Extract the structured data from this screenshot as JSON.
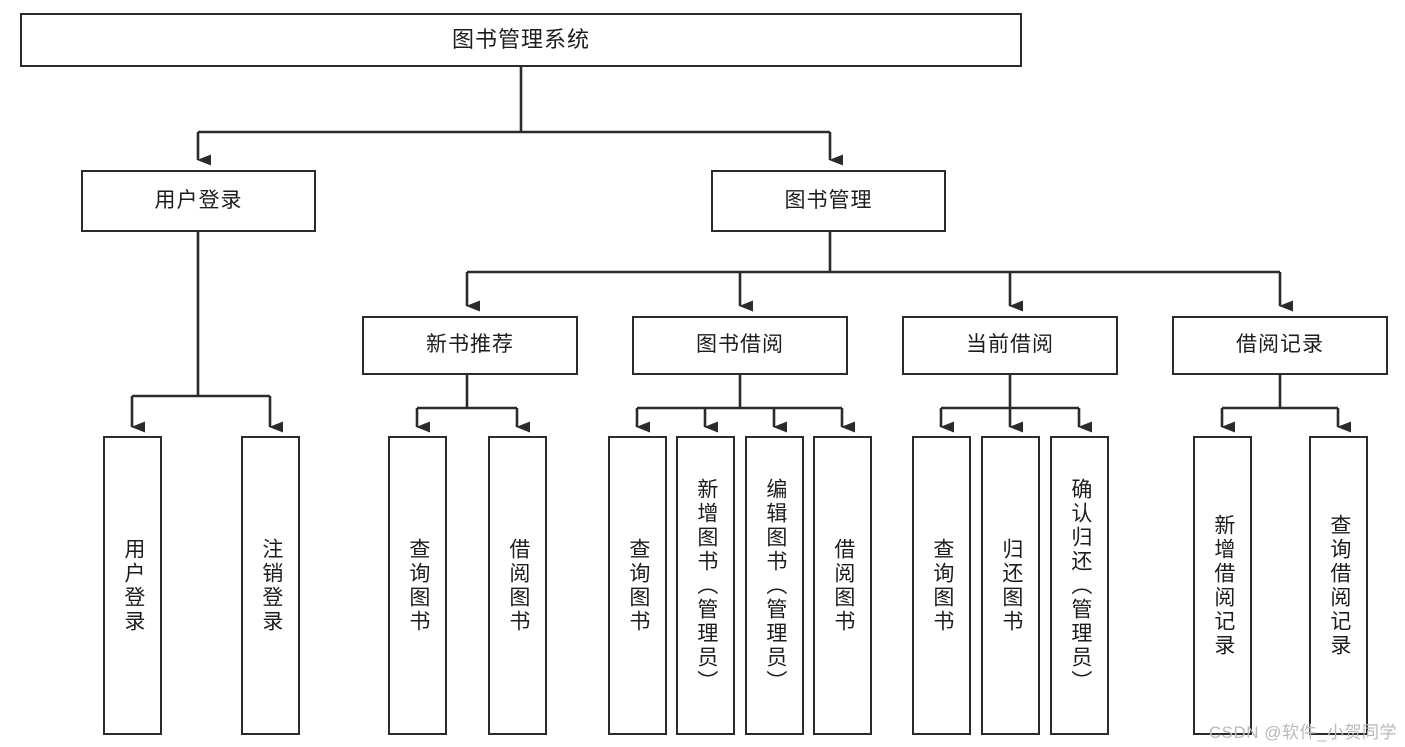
{
  "diagram": {
    "title": "图书管理系统",
    "type": "tree-hierarchy-chart",
    "orientation": "top-down",
    "colors": {
      "box_border": "#2b2b2b",
      "box_fill": "#ffffff",
      "connector": "#2b2b2b",
      "text": "#1d1d1d",
      "watermark": "#b9b9b9",
      "background": "#ffffff"
    },
    "levels": {
      "root": [
        "图书管理系统"
      ],
      "level2": [
        "用户登录",
        "图书管理"
      ],
      "level3": [
        "新书推荐",
        "图书借阅",
        "当前借阅",
        "借阅记录"
      ],
      "leaves": [
        "用户登录",
        "注销登录",
        "查询图书",
        "借阅图书",
        "查询图书",
        "新增图书（管理员）",
        "编辑图书（管理员）",
        "借阅图书",
        "查询图书",
        "归还图书",
        "确认归还（管理员）",
        "新增借阅记录",
        "查询借阅记录"
      ]
    },
    "nodes": {
      "root": {
        "label": "图书管理系统"
      },
      "user_login": {
        "label": "用户登录"
      },
      "book_mgmt": {
        "label": "图书管理"
      },
      "new_book_rec": {
        "label": "新书推荐"
      },
      "book_borrow": {
        "label": "图书借阅"
      },
      "current_borrow": {
        "label": "当前借阅"
      },
      "borrow_record": {
        "label": "借阅记录"
      },
      "leaf_user_login": {
        "label": "用户登录"
      },
      "leaf_logout_login": {
        "label": "注销登录"
      },
      "leaf_query_book_a": {
        "label": "查询图书"
      },
      "leaf_borrow_book_a": {
        "label": "借阅图书"
      },
      "leaf_query_book_b": {
        "label": "查询图书"
      },
      "leaf_add_book_admin": {
        "label": "新增图书（管理员）"
      },
      "leaf_edit_book_admin": {
        "label": "编辑图书（管理员）"
      },
      "leaf_borrow_book_b": {
        "label": "借阅图书"
      },
      "leaf_query_book_c": {
        "label": "查询图书"
      },
      "leaf_return_book": {
        "label": "归还图书"
      },
      "leaf_confirm_return_admin": {
        "label": "确认归还（管理员）"
      },
      "leaf_add_borrow_record": {
        "label": "新增借阅记录"
      },
      "leaf_query_borrow_record": {
        "label": "查询借阅记录"
      }
    },
    "watermark": "CSDN @软件_小贺同学"
  }
}
